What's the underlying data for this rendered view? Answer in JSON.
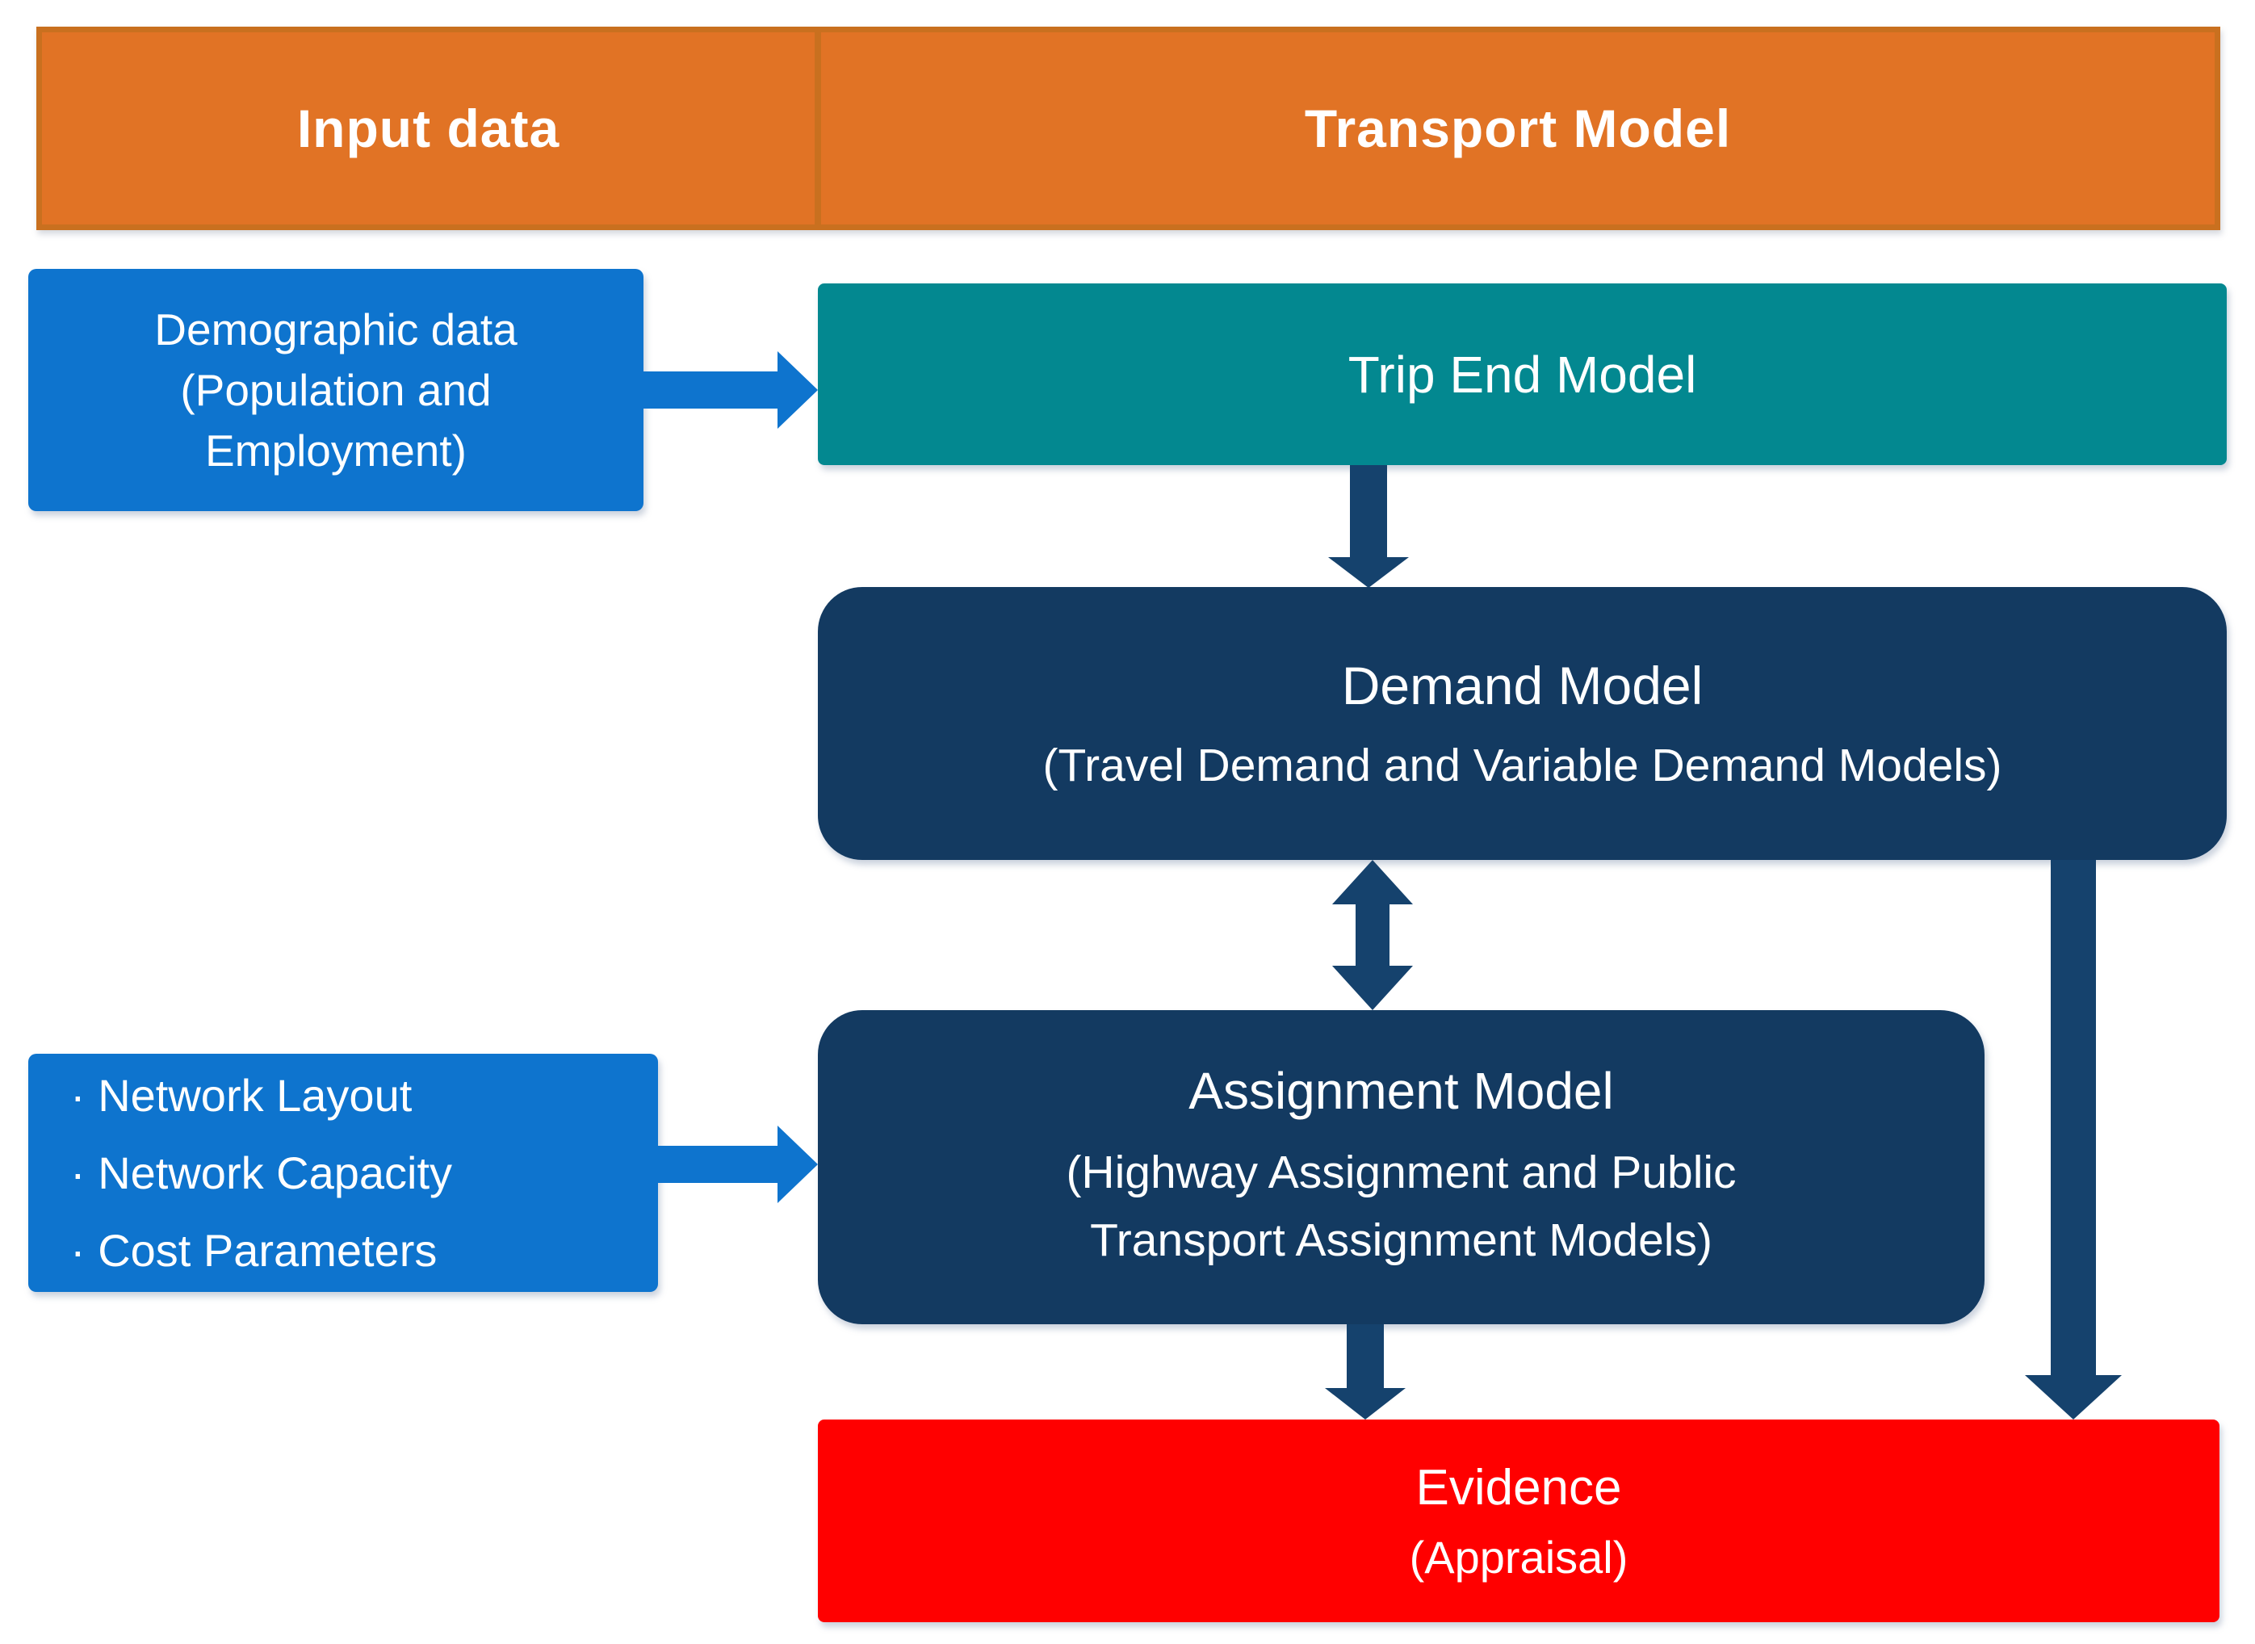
{
  "header": {
    "input": "Input data",
    "transport": "Transport Model"
  },
  "input_boxes": {
    "demographic": {
      "lines": [
        "Demographic data",
        "(Population and",
        "Employment)"
      ]
    },
    "network": {
      "items": [
        "· Network Layout",
        "· Network Capacity",
        "· Cost Parameters"
      ]
    }
  },
  "model_boxes": {
    "trip_end": {
      "title": "Trip End Model"
    },
    "demand": {
      "title": "Demand Model",
      "subtitle": "(Travel Demand and Variable Demand Models)"
    },
    "assignment": {
      "title": "Assignment Model",
      "subtitle_lines": [
        "(Highway Assignment and Public",
        "Transport Assignment Models)"
      ]
    },
    "evidence": {
      "title": "Evidence",
      "subtitle": "(Appraisal)"
    }
  },
  "colors": {
    "orange": "#e17325",
    "orange_border": "#c9701f",
    "blue": "#0e74ce",
    "teal": "#038890",
    "navy_box": "#133a61",
    "navy_arrow": "#15426d",
    "red": "#ff0000",
    "text": "#ffffff",
    "background": "#ffffff"
  }
}
